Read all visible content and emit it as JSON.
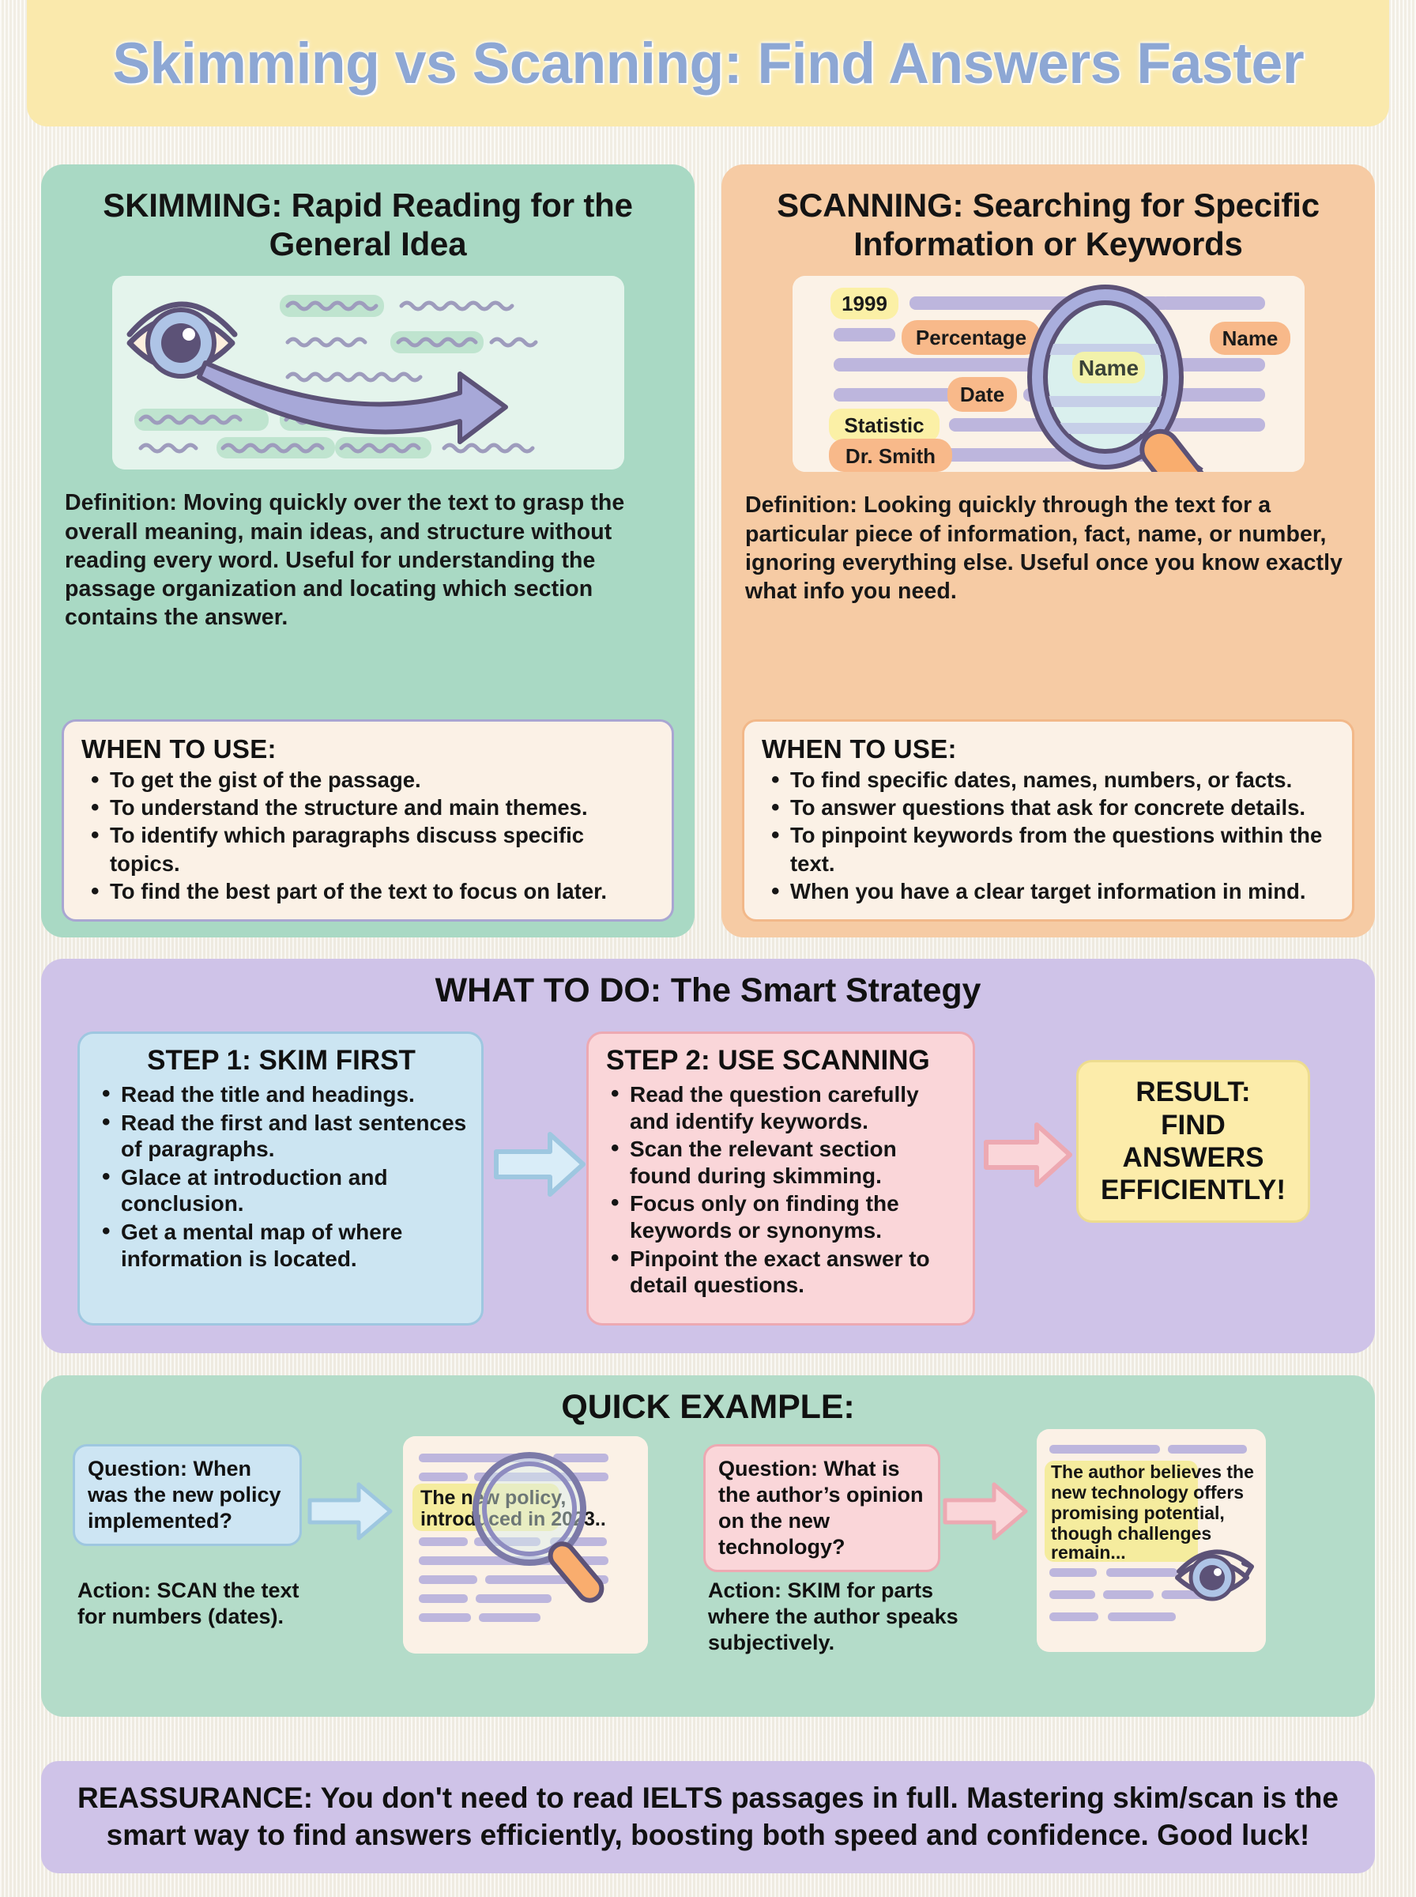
{
  "banner": {
    "title": "Skimming vs Scanning: Find Answers Faster",
    "bg_color": "#fae9ac",
    "text_color": "#8da7d4"
  },
  "panels": {
    "skimming": {
      "title": "SKIMMING: Rapid Reading for the General Idea",
      "bg_color": "#a9d9c4",
      "illustration_name": "eye-scanning-text-illustration",
      "definition": "Definition: Moving quickly over the text to grasp the overall meaning, main ideas, and structure without reading every word. Useful for understanding the passage organization and locating which section contains the answer.",
      "when_to_use_title": "WHEN TO USE:",
      "when_to_use": [
        "To get the gist of the passage.",
        "To understand the structure and main themes.",
        "To identify which paragraphs discuss specific topics.",
        "To find the best part of the text to focus on later."
      ]
    },
    "scanning": {
      "title": "SCANNING: Searching for Specific Information or Keywords",
      "bg_color": "#f6cba4",
      "illustration_name": "magnifier-keywords-illustration",
      "keyword_tags": [
        {
          "label": "1999",
          "style": "yellow"
        },
        {
          "label": "Percentage",
          "style": "orange"
        },
        {
          "label": "Name",
          "style": "orange"
        },
        {
          "label": "Name",
          "style": "yellow-lens"
        },
        {
          "label": "Date",
          "style": "orange"
        },
        {
          "label": "Statistic",
          "style": "yellow"
        },
        {
          "label": "Dr. Smith",
          "style": "orange"
        }
      ],
      "definition": "Definition: Looking quickly through the text for a particular piece of information, fact, name, or number, ignoring everything else. Useful once you know exactly what info you need.",
      "when_to_use_title": "WHEN TO USE:",
      "when_to_use": [
        "To find specific dates, names, numbers, or facts.",
        "To answer questions that ask for concrete details.",
        "To pinpoint keywords from the questions within the text.",
        "When you have a clear target information in mind."
      ]
    }
  },
  "strategy": {
    "heading": "WHAT TO DO: The Smart Strategy",
    "bg_color": "#cfc3e8",
    "step1": {
      "title": "STEP 1: SKIM FIRST",
      "bg_color": "#cce5f2",
      "items": [
        "Read the title and headings.",
        "Read the first and last sentences of paragraphs.",
        "Glace at introduction and conclusion.",
        "Get a mental map of where information is located."
      ]
    },
    "step2": {
      "title": "STEP 2: USE SCANNING",
      "bg_color": "#fad6d9",
      "items": [
        "Read the question carefully and identify keywords.",
        "Scan the relevant section found during skimming.",
        "Focus only on finding the keywords or synonyms.",
        "Pinpoint the exact answer to detail questions."
      ]
    },
    "result": {
      "text": "RESULT:\nFIND\nANSWERS\nEFFICIENTLY!",
      "bg_color": "#fcecaa"
    },
    "arrow1_color": "#d9edf8",
    "arrow2_color": "#fad6d9"
  },
  "example": {
    "heading": "QUICK EXAMPLE:",
    "bg_color": "#b4dcc9",
    "case1": {
      "question": "Question: When was the new policy implemented?",
      "question_bg": "#cde5f3",
      "doc_highlight": "The new policy, introduced in 2023..",
      "action": "Action: SCAN the text for numbers (dates).",
      "doc_icon": "magnifier-icon"
    },
    "case2": {
      "question": "Question: What is the author’s opinion on the new technology?",
      "question_bg": "#fad6d9",
      "doc_highlight": "The author believes the new technology offers promising potential, though challenges remain...",
      "action": "Action: SKIM for parts where the author speaks subjectively.",
      "doc_icon": "eye-icon"
    }
  },
  "reassurance": {
    "text": "REASSURANCE: You don't need to read IELTS passages in full. Mastering skim/scan is the smart way to find answers efficiently, boosting both speed and confidence. Good luck!",
    "bg_color": "#cfc3e8"
  }
}
